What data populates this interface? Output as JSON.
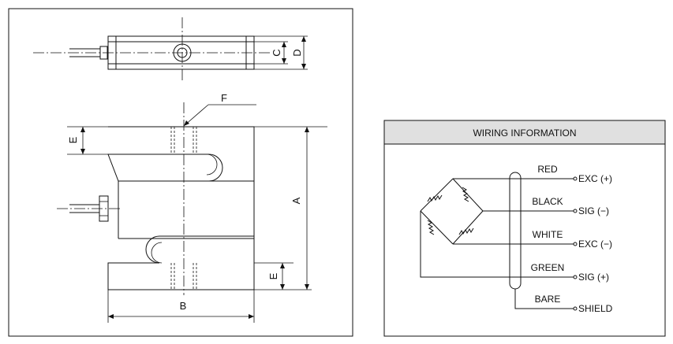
{
  "dimensions": {
    "A": "A",
    "B": "B",
    "C": "C",
    "D": "D",
    "E_top": "E",
    "E_bottom": "E",
    "F": "F"
  },
  "wiring": {
    "title": "WIRING INFORMATION",
    "wires": [
      {
        "color": "RED",
        "signal": "EXC (+)"
      },
      {
        "color": "BLACK",
        "signal": "SIG (−)"
      },
      {
        "color": "WHITE",
        "signal": "EXC (−)"
      },
      {
        "color": "GREEN",
        "signal": "SIG (+)"
      },
      {
        "color": "BARE",
        "signal": "SHIELD"
      }
    ]
  },
  "colors": {
    "line": "#111111",
    "header_fill": "#e0e0e0",
    "background": "#ffffff"
  }
}
